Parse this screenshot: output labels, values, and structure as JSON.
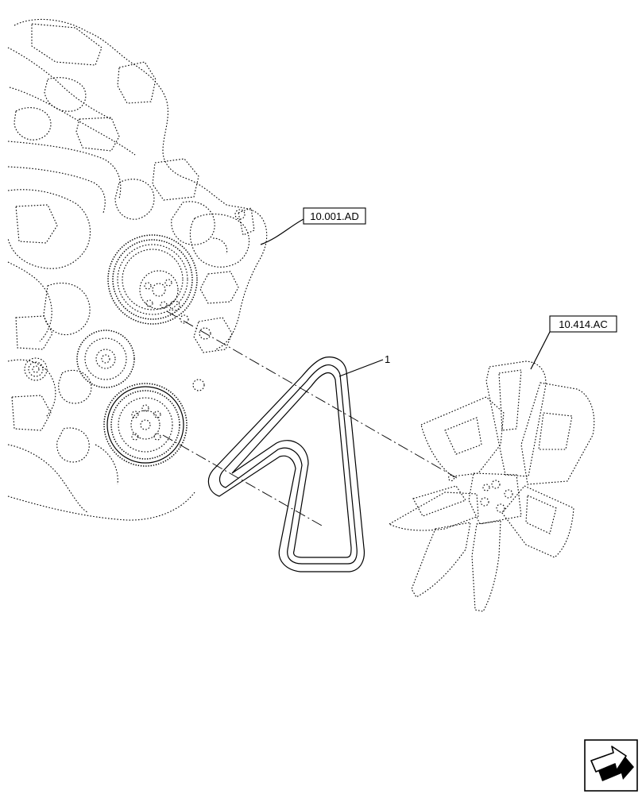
{
  "references": {
    "engine": "10.001.AD",
    "fan": "10.414.AC"
  },
  "callouts": {
    "belt": "1"
  },
  "icons": {
    "nav": "next-page-arrow-icon"
  }
}
